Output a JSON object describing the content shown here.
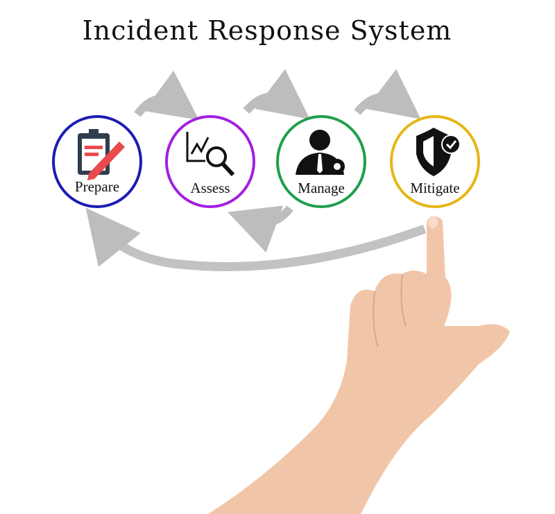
{
  "title": "Incident Response System",
  "steps": [
    {
      "label": "Prepare",
      "icon": "clipboard-pen-icon",
      "color": "#1c1cb4"
    },
    {
      "label": "Assess",
      "icon": "chart-magnifier-icon",
      "color": "#a21fe0"
    },
    {
      "label": "Manage",
      "icon": "person-gear-icon",
      "color": "#1f9e4c"
    },
    {
      "label": "Mitigate",
      "icon": "shield-check-icon",
      "color": "#e6b616"
    }
  ],
  "arrow_color": "#bdbdbd",
  "skin_color": "#f1c6a8"
}
